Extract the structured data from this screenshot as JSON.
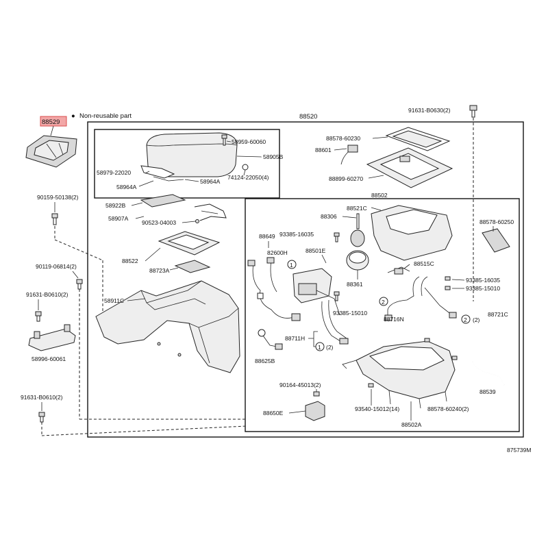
{
  "legend": {
    "marker": "●",
    "text": "Non-reusable part"
  },
  "figure_code": "875739M",
  "highlight_color": "#f2a7a7",
  "labels": {
    "p88529": "88529",
    "p88520": "88520",
    "p91631_b0630": "91631-B0630(2)",
    "p58959": "58959-60060",
    "p58905b": "58905B",
    "p58979": "58979-22020",
    "p58964a_1": "58964A",
    "p58964a_2": "58964A",
    "p74124": "74124-22050(4)",
    "p88578_60230": "88578-60230",
    "p88601": "88601",
    "p88899": "88899-60270",
    "p90159": "90159-50138(2)",
    "p58922b": "58922B",
    "p58907a": "58907A",
    "p90523": "90523-04003",
    "p88502": "88502",
    "p88521c": "88521C",
    "p88306": "88306",
    "p88578_60250": "88578-60250",
    "p88649": "88649",
    "p93385_16035a": "93385-16035",
    "p82600h": "82600H",
    "p88501e": "88501E",
    "p88522": "88522",
    "p88723a": "88723A",
    "p90119": "90119-06814(2)",
    "p88515c": "88515C",
    "p91631_b0610a": "91631-B0610(2)",
    "p58911c": "58911C",
    "p88361": "88361",
    "p93385_16035b": "93385-16035",
    "p93385_15010a": "93385-15010",
    "p93385_15010b": "93385-15010",
    "p88716n": "88716N",
    "p88721c": "88721C",
    "p58996": "58996-60061",
    "p88711h": "88711H",
    "p88625b": "88625B",
    "p90164": "90164-45013(2)",
    "p88539": "88539",
    "p91631_b0610b": "91631-B0610(2)",
    "p88650e": "88650E",
    "p93540": "93540-15012(14)",
    "p88578_60240": "88578-60240(2)",
    "p88502a": "88502A"
  },
  "callouts": {
    "c1": "1",
    "c2": "2",
    "qty2": "(2)"
  }
}
